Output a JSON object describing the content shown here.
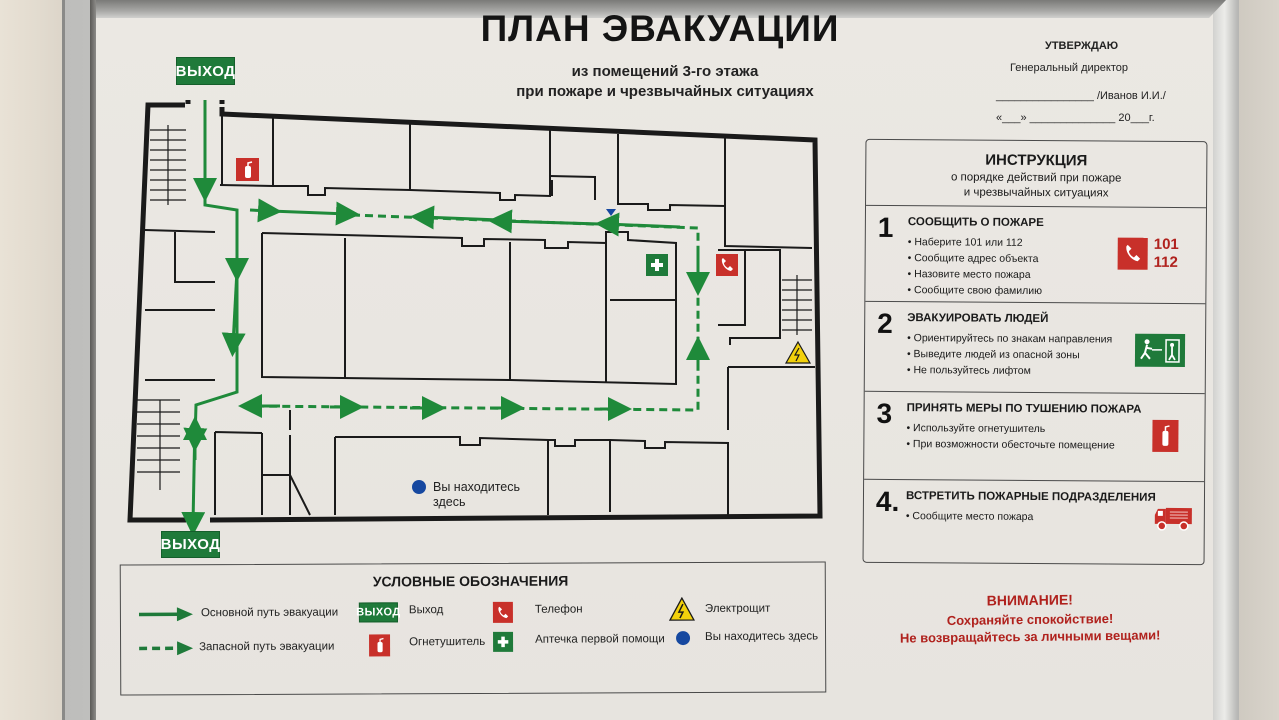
{
  "title": "ПЛАН ЭВАКУАЦИИ",
  "subtitle": {
    "line1": "из помещений 3-го этажа",
    "line2": "при пожаре и чрезвычайных ситуациях"
  },
  "approval": {
    "label": "УТВЕРЖДАЮ",
    "position": "Генеральный директор",
    "signature_line": "________________ /Иванов И.И./",
    "date_line": "«___» ______________ 20___г."
  },
  "plan": {
    "exit_top_label": "ВЫХОД",
    "exit_bottom_label": "ВЫХОД",
    "you_are_here": "Вы находитесь здесь",
    "colors": {
      "route_green": "#1f8a3a",
      "wall": "#1a1a1a",
      "sign_red": "#c8302a",
      "sign_green": "#1f7a3a",
      "you_are_here_blue": "#1648a0",
      "hazard_yellow": "#f2d10c"
    }
  },
  "instructions": {
    "title": "ИНСТРУКЦИЯ",
    "subtitle_line1": "о порядке действий при пожаре",
    "subtitle_line2": "и чрезвычайных ситуациях",
    "steps": [
      {
        "num": "1",
        "title": "СООБЩИТЬ О ПОЖАРЕ",
        "items": [
          "Наберите 101 или 112",
          "Сообщите адрес объекта",
          "Назовите место пожара",
          "Сообщите свою фамилию"
        ],
        "phone1": "101",
        "phone2": "112",
        "icon": "fire-phone-icon"
      },
      {
        "num": "2",
        "title": "ЭВАКУИРОВАТЬ ЛЮДЕЙ",
        "items": [
          "Ориентируйтесь по знакам направления",
          "Выведите людей из опасной зоны",
          "Не пользуйтесь лифтом"
        ],
        "icon": "emergency-exit-icon"
      },
      {
        "num": "3",
        "title": "ПРИНЯТЬ МЕРЫ ПО ТУШЕНИЮ ПОЖАРА",
        "items": [
          "Используйте огнетушитель",
          "При возможности обесточьте помещение"
        ],
        "icon": "fire-extinguisher-icon"
      },
      {
        "num": "4.",
        "title": "ВСТРЕТИТЬ ПОЖАРНЫЕ ПОДРАЗДЕЛЕНИЯ",
        "items": [
          "Сообщите место пожара"
        ],
        "icon": "fire-truck-icon"
      }
    ]
  },
  "warning": {
    "title": "ВНИМАНИЕ!",
    "line1": "Сохраняйте спокойствие!",
    "line2": "Не возвращайтесь за личными вещами!"
  },
  "legend": {
    "title": "УСЛОВНЫЕ ОБОЗНАЧЕНИЯ",
    "items": [
      {
        "icon": "solid-arrow-icon",
        "label": "Основной путь эвакуации"
      },
      {
        "icon": "dashed-arrow-icon",
        "label": "Запасной путь эвакуации"
      },
      {
        "icon": "exit-sign-icon",
        "badge": "ВЫХОД",
        "label": "Выход"
      },
      {
        "icon": "fire-extinguisher-icon",
        "label": "Огнетушитель"
      },
      {
        "icon": "fire-phone-icon",
        "label": "Телефон"
      },
      {
        "icon": "first-aid-icon",
        "label": "Аптечка первой помощи"
      },
      {
        "icon": "electrical-hazard-icon",
        "label": "Электрощит"
      },
      {
        "icon": "you-are-here-icon",
        "label": "Вы находитесь здесь"
      }
    ]
  }
}
